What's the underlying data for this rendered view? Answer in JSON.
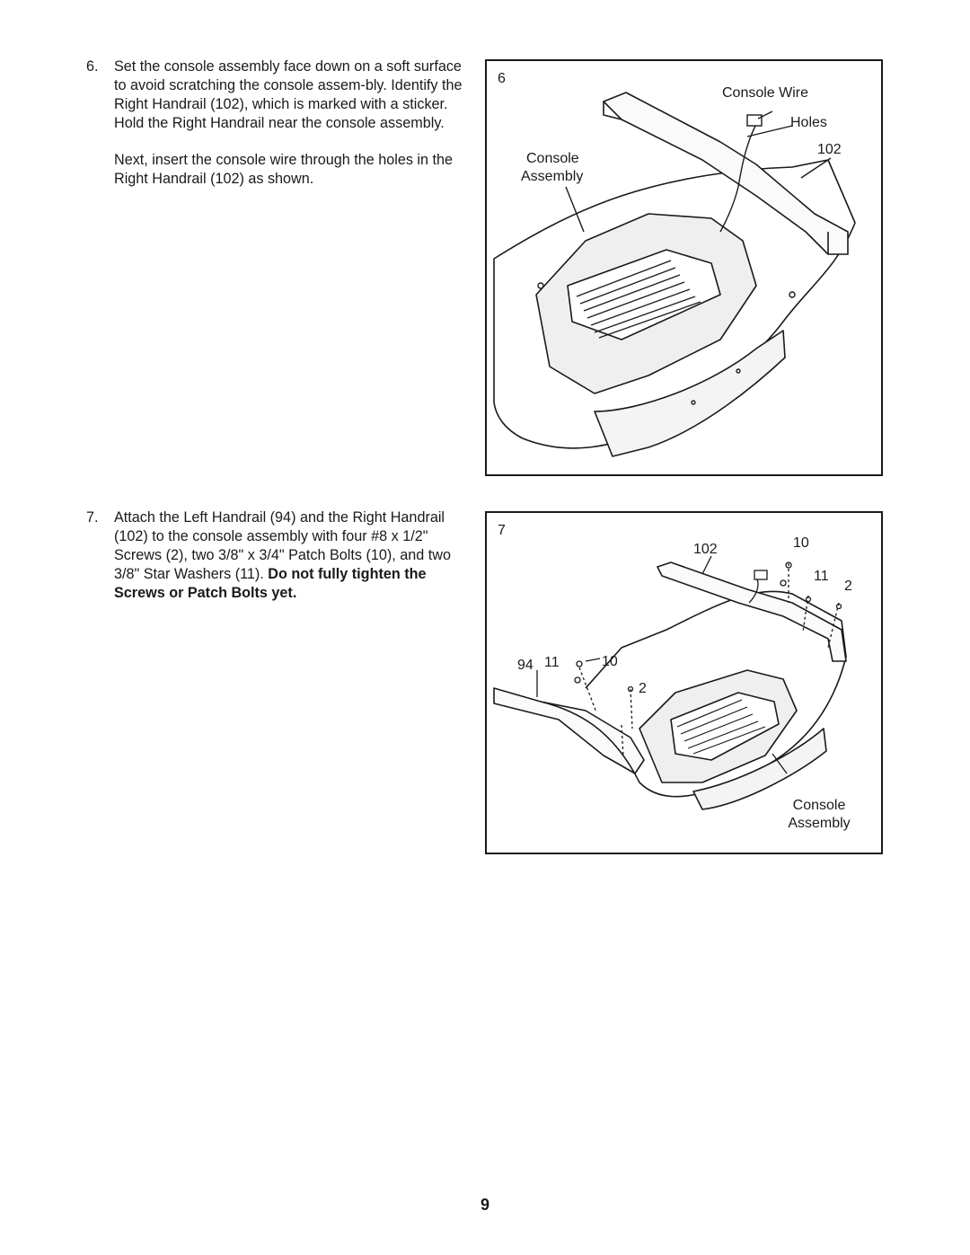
{
  "steps": [
    {
      "number": "6.",
      "paragraphs": [
        "Set the console assembly face down on a soft surface to avoid scratching the console assem-bly. Identify the Right Handrail (102), which is marked with a sticker. Hold the Right Handrail near the console assembly.",
        "Next, insert the console wire through the holes in the Right Handrail (102) as shown."
      ]
    },
    {
      "number": "7.",
      "text": "Attach the Left Handrail (94) and the Right Handrail (102) to the console assembly with four #8 x 1/2\" Screws (2), two 3/8\" x 3/4\" Patch Bolts (10), and two 3/8\" Star Washers (11).",
      "bold_text": "Do not fully tighten the Screws or Patch Bolts yet."
    }
  ],
  "figures": [
    {
      "number": "6",
      "labels": {
        "console_wire": "Console Wire",
        "holes": "Holes",
        "part_102": "102",
        "console": "Console",
        "assembly": "Assembly"
      }
    },
    {
      "number": "7",
      "labels": {
        "part_102": "102",
        "part_10_right": "10",
        "part_11_right": "11",
        "part_2_right": "2",
        "part_94": "94",
        "part_11_left": "11",
        "part_10_left": "10",
        "part_2_left": "2",
        "console": "Console",
        "assembly": "Assembly"
      }
    }
  ],
  "page_number": "9"
}
